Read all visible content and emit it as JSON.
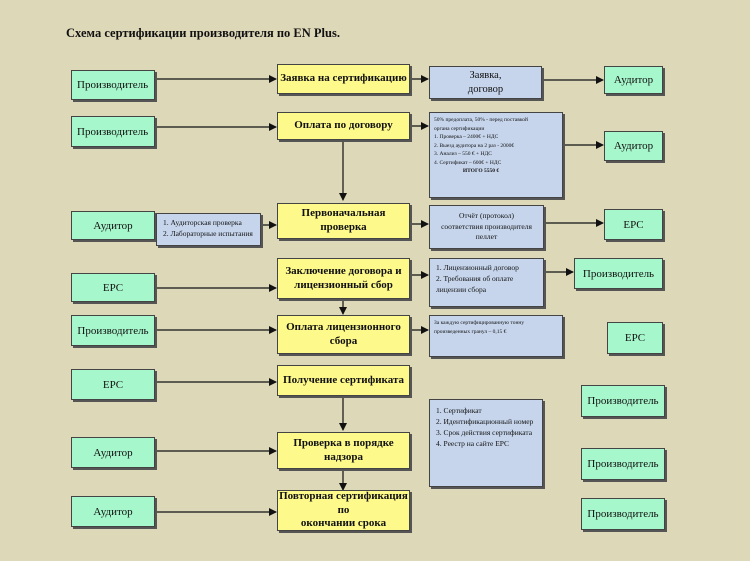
{
  "title": "Схема сертификации производителя по EN Plus.",
  "row1": {
    "left": "Производитель",
    "center": "Заявка на сертификацию",
    "note_line1": "Заявка,",
    "note_line2": "договор",
    "right": "Аудитор"
  },
  "row2": {
    "left": "Производитель",
    "center": "Оплата по договору",
    "note_lines": [
      "50% предоплата, 50% - перед поставкой",
      "органа сертификации",
      "1. Проверка – 2400€ + НДС",
      "2. Выезд аудитора на 2 раз - 2000€",
      "3. Анализ – 550 € + НДС",
      "4. Сертификат – 600€ + НДС"
    ],
    "note_total": "ИТОГО 5550 €",
    "right": "Аудитор"
  },
  "row3": {
    "left": "Аудитор",
    "left_note_lines": [
      "1. Аудиторская проверка",
      "2. Лабораторные испытания"
    ],
    "center": "Первоначальная проверка",
    "note_lines": [
      "Отчёт (протокол)",
      "соответствия производителя",
      "пеллет"
    ],
    "right": "EPC"
  },
  "row4": {
    "left": "EPC",
    "center_line1": "Заключение договора и",
    "center_line2": "лицензионный сбор",
    "note_lines": [
      "1. Лицензионный договор",
      "2. Требования об оплате",
      "лицензии сбора"
    ],
    "right": "Производитель"
  },
  "row5": {
    "left": "Производитель",
    "center_line1": "Оплата лицензионного",
    "center_line2": "сбора",
    "note_lines": [
      "За каждую сертифицированную тонну",
      "произведенных гранул – 0,15 €"
    ],
    "right": "EPC"
  },
  "row6": {
    "left": "EPC",
    "center": "Получение сертификата",
    "note_lines": [
      "1. Сертификат",
      "2. Идентификационный номер",
      "3. Срок действия сертификата",
      "4. Реестр на сайте EPC"
    ]
  },
  "row7": {
    "left": "Аудитор",
    "center": "Проверка в порядке надзора"
  },
  "row8": {
    "left": "Аудитор",
    "center_line1": "Повторная сертификация по",
    "center_line2": "окончании срока"
  },
  "right_column": [
    "Производитель",
    "Производитель",
    "Производитель"
  ]
}
